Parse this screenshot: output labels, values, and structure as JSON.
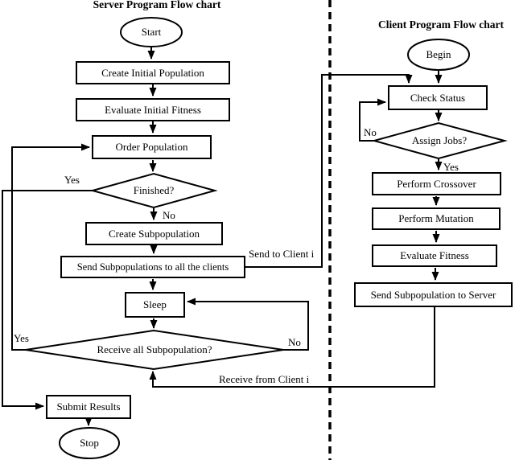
{
  "server": {
    "title": "Server Program Flow chart",
    "nodes": {
      "start": "Start",
      "create_initial_population": "Create Initial Population",
      "evaluate_initial_fitness": "Evaluate Initial Fitness",
      "order_population": "Order Population",
      "finished": "Finished?",
      "create_subpopulation": "Create Subpopulation",
      "send_subpopulations": "Send Subpopulations to all the clients",
      "sleep": "Sleep",
      "receive_all": "Receive all Subpopulation?",
      "submit_results": "Submit Results",
      "stop": "Stop"
    },
    "labels": {
      "finished_yes": "Yes",
      "finished_no": "No",
      "receive_yes": "Yes",
      "receive_no": "No",
      "send_to_client": "Send to Client i",
      "receive_from_client": "Receive from Client i"
    }
  },
  "client": {
    "title": "Client Program Flow chart",
    "nodes": {
      "begin": "Begin",
      "check_status": "Check Status",
      "assign_jobs": "Assign Jobs?",
      "perform_crossover": "Perform Crossover",
      "perform_mutation": "Perform Mutation",
      "evaluate_fitness": "Evaluate Fitness",
      "send_subpopulation_to_server": "Send Subpopulation to Server"
    },
    "labels": {
      "assign_no": "No",
      "assign_yes": "Yes"
    }
  },
  "colors": {
    "line": "#000000",
    "background": "#ffffff"
  }
}
